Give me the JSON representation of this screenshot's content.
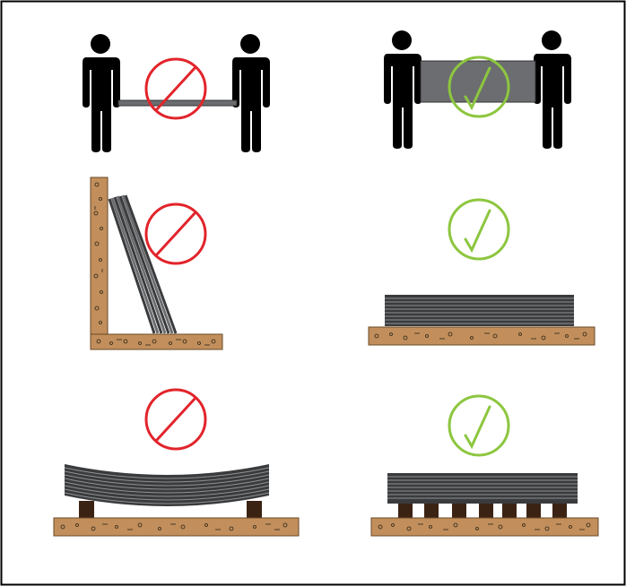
{
  "colors": {
    "border": "#000000",
    "person": "#000000",
    "sheet": "#6b6d70",
    "sheet_dark": "#3a3b3d",
    "sheet_line": "#8f9193",
    "wood": "#c28f5c",
    "wood_speck": "#2d2416",
    "block": "#3b2314",
    "prohibited": "#e2242b",
    "allowed": "#8dc63f"
  },
  "panels": [
    {
      "id": "carry-flat",
      "verdict": "prohibited",
      "icon": "no-sign-icon"
    },
    {
      "id": "carry-upright",
      "verdict": "allowed",
      "icon": "checkmark-icon"
    },
    {
      "id": "store-leaning",
      "verdict": "prohibited",
      "icon": "no-sign-icon"
    },
    {
      "id": "store-flat-base",
      "verdict": "allowed",
      "icon": "checkmark-icon"
    },
    {
      "id": "store-two-supports",
      "verdict": "prohibited",
      "icon": "no-sign-icon"
    },
    {
      "id": "store-many-supports",
      "verdict": "allowed",
      "icon": "checkmark-icon"
    }
  ]
}
